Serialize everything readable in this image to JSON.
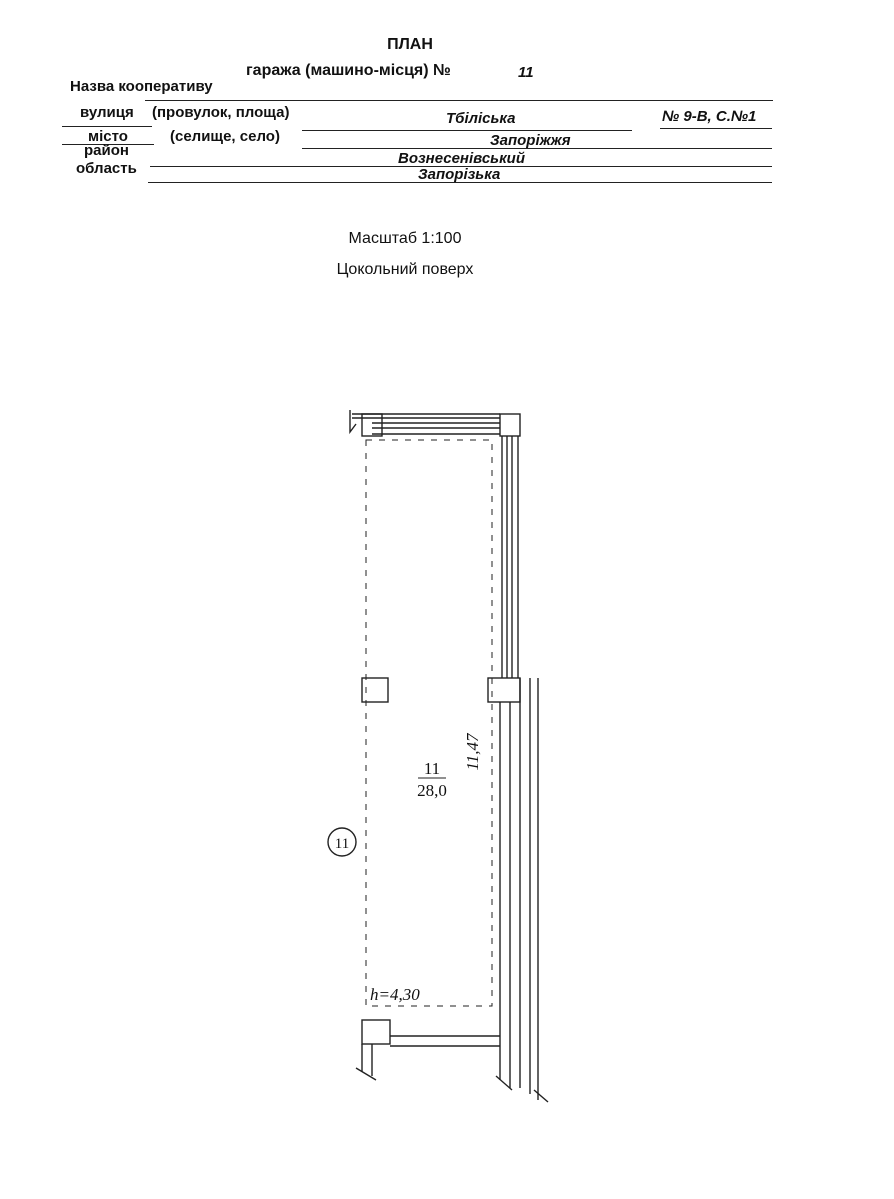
{
  "header": {
    "title": "ПЛАН",
    "subtitle": "гаража (машино-місця) №",
    "garage_number": "11"
  },
  "fields": {
    "cooperative_label": "Назва кооперативу",
    "street_label": "вулиця",
    "street_label_extra": "(провулок, площа)",
    "street_value": "Тбілiська",
    "house_value": "№ 9-В, С.№1",
    "city_label": "місто",
    "city_label_extra": "(селище, село)",
    "city_value": "Запоріжжя",
    "district_label": "район",
    "district_value": "Вознесенівський",
    "region_label": "область",
    "region_value": "Запорізька"
  },
  "scale": "Масштаб 1:100",
  "floor": "Цокольний поверх",
  "plan": {
    "room_number": "11",
    "room_area": "28,0",
    "length_dim": "11,47",
    "height": "h=4,30",
    "circle_label": "11"
  }
}
